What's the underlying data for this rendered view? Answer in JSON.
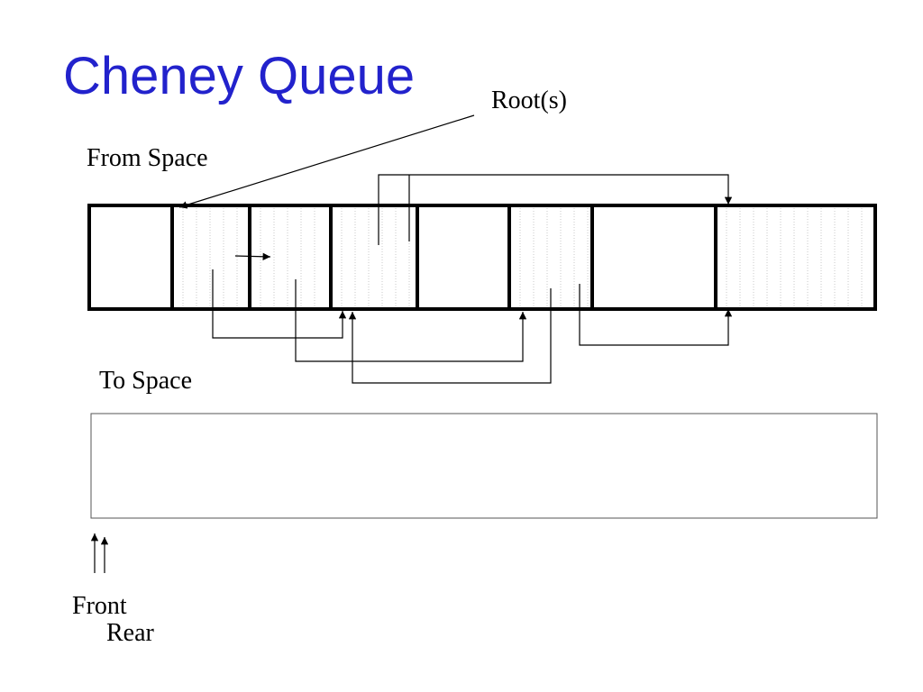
{
  "slide": {
    "title": "Cheney Queue",
    "title_color": "#2222cc"
  },
  "labels": {
    "roots": "Root(s)",
    "from_space": "From Space",
    "to_space": "To Space",
    "front": "Front",
    "rear": "Rear"
  },
  "colors": {
    "ink": "#000000",
    "cell_hatch": "#c8c8c8",
    "to_space_border": "#555555"
  },
  "from_space": {
    "cell_count": 8,
    "hatched_cells": [
      1,
      2,
      3,
      5,
      7
    ]
  },
  "to_space": {
    "state": "empty"
  }
}
